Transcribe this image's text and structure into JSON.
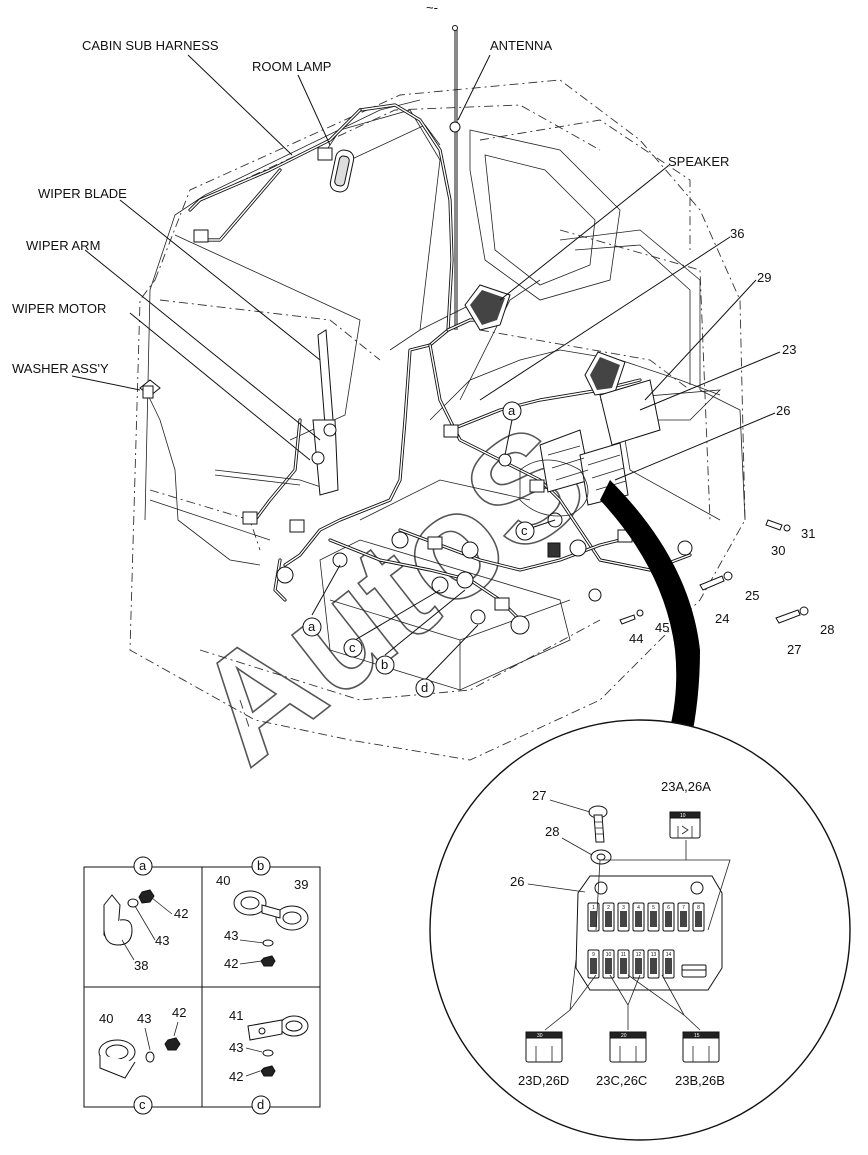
{
  "top_mark": "~-",
  "labels": {
    "cabin_sub_harness": "CABIN SUB HARNESS",
    "room_lamp": "ROOM LAMP",
    "antenna": "ANTENNA",
    "speaker": "SPEAKER",
    "wiper_blade": "WIPER BLADE",
    "wiper_arm": "WIPER ARM",
    "wiper_motor": "WIPER MOTOR",
    "washer_assy": "WASHER ASS'Y"
  },
  "part_numbers": {
    "p36": "36",
    "p29": "29",
    "p23": "23",
    "p26": "26",
    "p31": "31",
    "p30": "30",
    "p25": "25",
    "p24": "24",
    "p28": "28",
    "p27": "27",
    "p45": "45",
    "p44": "44"
  },
  "clip_refs": {
    "a": "a",
    "b": "b",
    "c": "c",
    "d": "d"
  },
  "detail_box": {
    "a": {
      "title": "a",
      "parts": [
        "42",
        "43",
        "38"
      ]
    },
    "b": {
      "title": "b",
      "parts": [
        "40",
        "39",
        "43",
        "42"
      ]
    },
    "c": {
      "title": "c",
      "parts": [
        "40",
        "43",
        "42"
      ]
    },
    "d": {
      "title": "d",
      "parts": [
        "41",
        "43",
        "42"
      ]
    }
  },
  "fuse_detail": {
    "bolt": "27",
    "washer": "28",
    "fuse_box": "26",
    "fuse_top": "23A,26A",
    "fuse_left": "23D,26D",
    "fuse_mid": "23C,26C",
    "fuse_right": "23B,26B",
    "fuse_ratings": {
      "top": "10",
      "left": "30",
      "mid": "20",
      "right": "15"
    },
    "slot_numbers_top": [
      "1",
      "2",
      "3",
      "4",
      "5",
      "6",
      "7",
      "8"
    ],
    "slot_numbers_bottom": [
      "9",
      "10",
      "11",
      "12",
      "13",
      "14"
    ]
  },
  "watermark": "AutoS"
}
